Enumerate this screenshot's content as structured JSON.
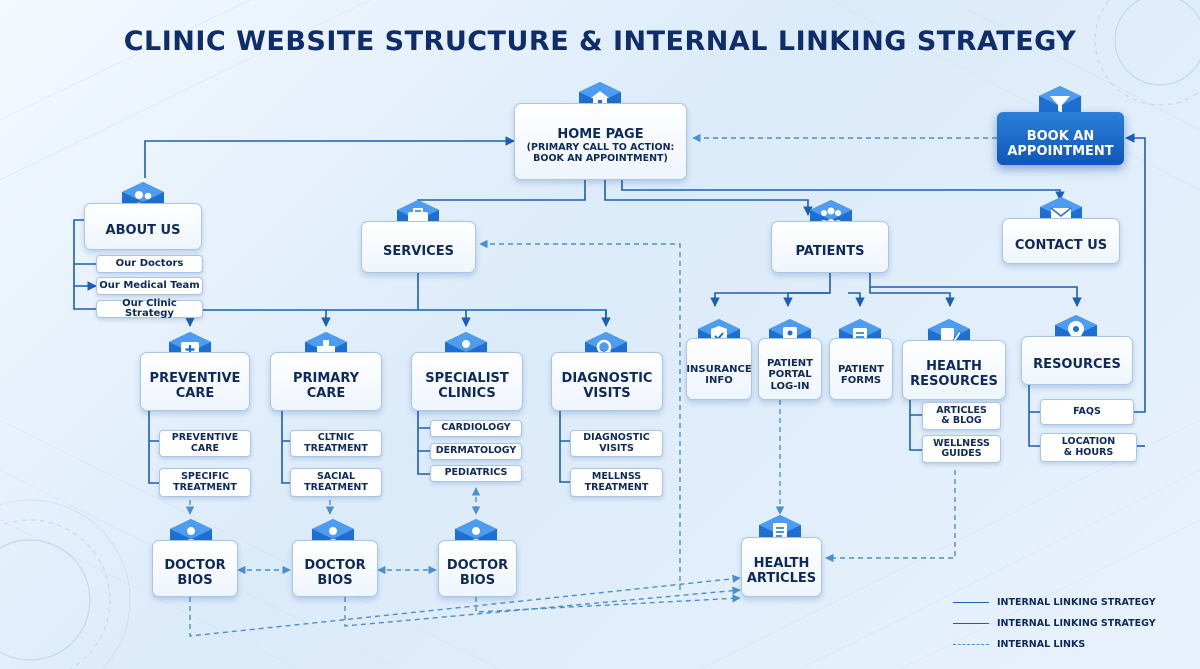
{
  "title": "CLINIC WEBSITE STRUCTURE & INTERNAL LINKING STRATEGY",
  "colors": {
    "navy": "#0f2d6b",
    "primary_blue": "#1a5fb4",
    "cta_blue": "#0f57b8",
    "link_dashed": "#4a90d0"
  },
  "home": {
    "label": "HOME PAGE",
    "sub": "(PRIMARY CALL TO ACTION:\nBOOK AN APPOINTMENT)",
    "icon": "house-icon"
  },
  "cta": {
    "label": "BOOK AN\nAPPOINTMENT",
    "icon": "funnel-icon"
  },
  "about": {
    "label": "ABOUT US",
    "icon": "users-icon",
    "items": [
      "Our Doctors",
      "Our Medical Team",
      "Our Clinic Strategy"
    ]
  },
  "services": {
    "label": "SERVICES",
    "icon": "briefcase-icon"
  },
  "patients": {
    "label": "PATIENTS",
    "icon": "group-icon"
  },
  "contact": {
    "label": "CONTACT US",
    "icon": "envelope-icon"
  },
  "service_cats": [
    {
      "label": "PREVENTIVE\nCARE",
      "icon": "calendar-medical-icon",
      "items": [
        "PREVENTIVE\nCARE",
        "SPECIFIC\nTREATMENT"
      ]
    },
    {
      "label": "PRIMARY\nCARE",
      "icon": "medical-cross-icon",
      "items": [
        "CLTNIC\nTREATMENT",
        "SACIAL\nTREATMENT"
      ]
    },
    {
      "label": "SPECIALIST\nCLINICS",
      "icon": "doctor-icon",
      "items": [
        "CARDIOLOGY",
        "DERMATOLOGY",
        "PEDIATRICS"
      ]
    },
    {
      "label": "DIAGNOSTIC\nVISITS",
      "icon": "magnifier-icon",
      "items": [
        "DIAGNOSTIC\nVISITS",
        "MELLNSS\nTREATMENT"
      ]
    }
  ],
  "patient_cats": [
    {
      "label": "INSURANCE\nINFO",
      "icon": "shield-check-icon",
      "items": []
    },
    {
      "label": "PATIENT\nPORTAL\nLOG-IN",
      "icon": "id-card-icon",
      "items": []
    },
    {
      "label": "PATIENT\nFORMS",
      "icon": "clipboard-icon",
      "items": []
    },
    {
      "label": "HEALTH\nRESOURCES",
      "icon": "notes-pen-icon",
      "items": [
        "ARTICLES\n& BLOG",
        "WELLNESS\nGUIDES"
      ]
    },
    {
      "label": "RESOURCES",
      "icon": "location-pin-icon",
      "items": [
        "FAQS",
        "LOCATION\n& HOURS"
      ]
    }
  ],
  "doctor_bios": [
    {
      "label": "DOCTOR\nBIOS",
      "icon": "doctor-badge-icon"
    },
    {
      "label": "DOCTOR\nBIOS",
      "icon": "doctor-badge-icon"
    },
    {
      "label": "DOCTOR\nBIOS",
      "icon": "doctor-badge-icon"
    }
  ],
  "health_articles": {
    "label": "HEALTH\nARTICLES",
    "icon": "document-icon"
  },
  "legend": [
    {
      "label": "INTERNAL LINKING STRATEGY",
      "style": "solid"
    },
    {
      "label": "INTERNAL LINKING STRATEGY",
      "style": "solid"
    },
    {
      "label": "INTERNAL LINKS",
      "style": "dashed"
    }
  ]
}
